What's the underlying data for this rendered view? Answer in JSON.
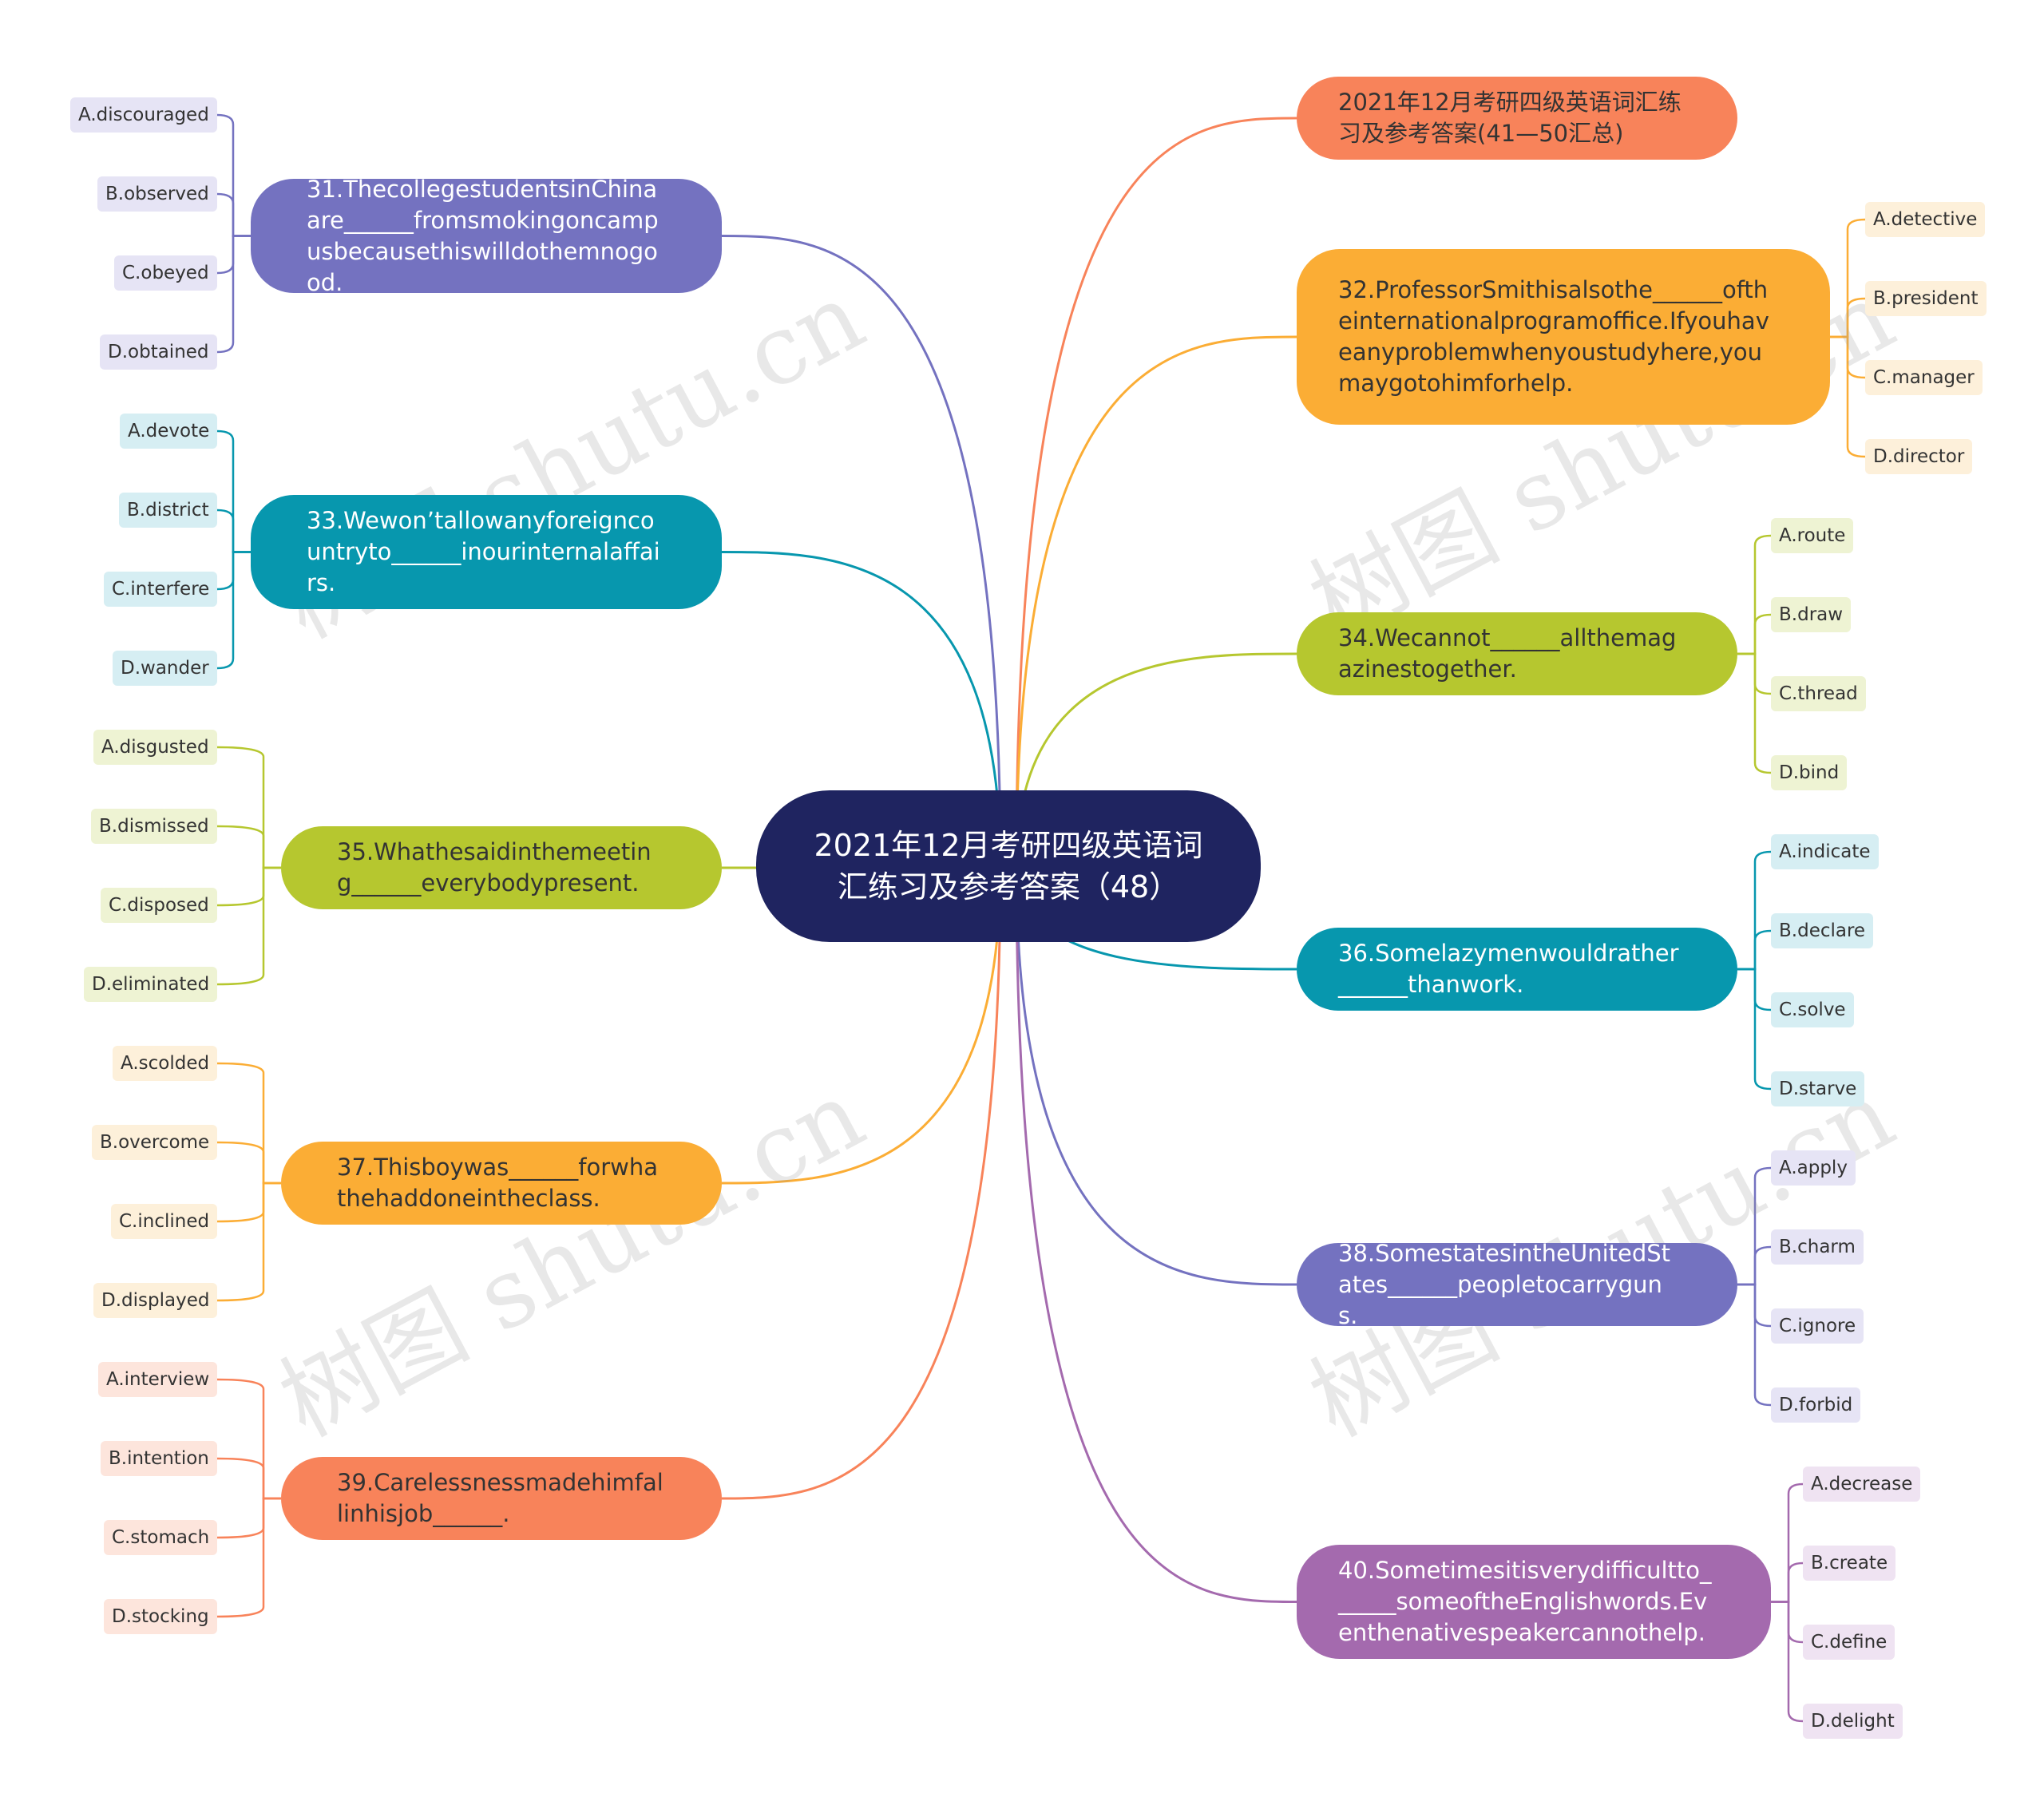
{
  "root": {
    "title": "2021年12月考研四级英语词汇练习及参考答案（48）"
  },
  "watermark": "树图 shutu.cn",
  "left_topics": [
    {
      "id": "q31",
      "text": "31.ThecollegestudentsinChinaare______fromsmokingoncampusbecausethiswilldothemnogood.",
      "color": "#7472c0",
      "leafBg": "#e6e4f5",
      "options": [
        "A.discouraged",
        "B.observed",
        "C.obeyed",
        "D.obtained"
      ]
    },
    {
      "id": "q33",
      "text": "33.Wewon’tallowanyforeigncountryto______inourinternalaffairs.",
      "color": "#0797ae",
      "leafBg": "#d6eef3",
      "options": [
        "A.devote",
        "B.district",
        "C.interfere",
        "D.wander"
      ]
    },
    {
      "id": "q35",
      "text": "35.Whathesaidinthemeeting______everybodypresent.",
      "color": "#b6c72f",
      "leafBg": "#eef3d3",
      "options": [
        "A.disgusted",
        "B.dismissed",
        "C.disposed",
        "D.eliminated"
      ]
    },
    {
      "id": "q37",
      "text": "37.Thisboywas______forwhathehaddoneintheclass.",
      "color": "#fbad35",
      "leafBg": "#fdf0da",
      "options": [
        "A.scolded",
        "B.overcome",
        "C.inclined",
        "D.displayed"
      ]
    },
    {
      "id": "q39",
      "text": "39.Carelessnessmadehimfallinhisjob______.",
      "color": "#f8835a",
      "leafBg": "#fde5dc",
      "options": [
        "A.interview",
        "B.intention",
        "C.stomach",
        "D.stocking"
      ]
    }
  ],
  "right_topics": [
    {
      "id": "link",
      "text": "2021年12月考研四级英语词汇练习及参考答案(41—50汇总)",
      "color": "#f8835a",
      "leafBg": "#fde5dc",
      "options": []
    },
    {
      "id": "q32",
      "text": "32.ProfessorSmithisalsothe______oftheinternationalprogramoffice.Ifyouhaveanyproblemwhenyoustudyhere,youmaygotohimforhelp.",
      "color": "#fbad35",
      "leafBg": "#fdf0da",
      "options": [
        "A.detective",
        "B.president",
        "C.manager",
        "D.director"
      ]
    },
    {
      "id": "q34",
      "text": "34.Wecannot______allthemagazinestogether.",
      "color": "#b6c72f",
      "leafBg": "#eef3d3",
      "options": [
        "A.route",
        "B.draw",
        "C.thread",
        "D.bind"
      ]
    },
    {
      "id": "q36",
      "text": "36.Somelazymenwouldrather______thanwork.",
      "color": "#0797ae",
      "leafBg": "#d6eef3",
      "options": [
        "A.indicate",
        "B.declare",
        "C.solve",
        "D.starve"
      ]
    },
    {
      "id": "q38",
      "text": "38.SomestatesintheUnitedStates______peopletocarryguns.",
      "color": "#7472c0",
      "leafBg": "#e6e4f5",
      "options": [
        "A.apply",
        "B.charm",
        "C.ignore",
        "D.forbid"
      ]
    },
    {
      "id": "q40",
      "text": "40.Sometimesitisverydifficultto______someoftheEnglishwords.Eventhenativespeakercannothelp.",
      "color": "#a46aae",
      "leafBg": "#efe3f2",
      "options": [
        "A.decrease",
        "B.create",
        "C.define",
        "D.delight"
      ]
    }
  ]
}
